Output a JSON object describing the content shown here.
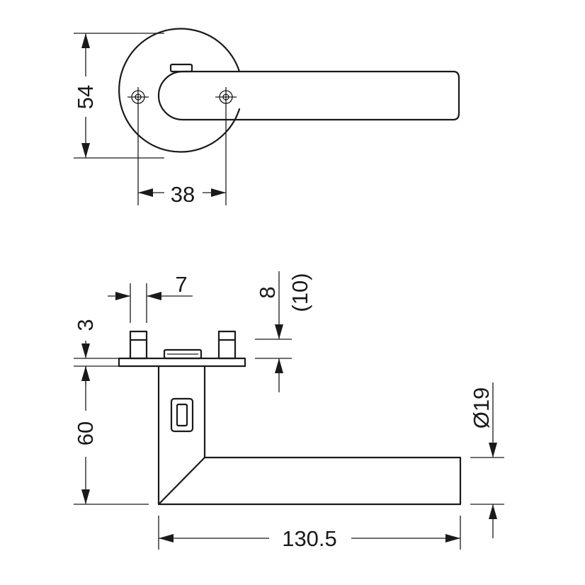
{
  "top_view": {
    "height_label": "54",
    "screw_spacing_label": "38"
  },
  "side_view": {
    "pin_width_label": "7",
    "pin_height_label": "3",
    "rose_thickness_label": "8",
    "rose_thickness_alt_label": "(10)",
    "projection_label": "60",
    "lever_diameter_label": "Ø19",
    "lever_length_label": "130.5"
  }
}
